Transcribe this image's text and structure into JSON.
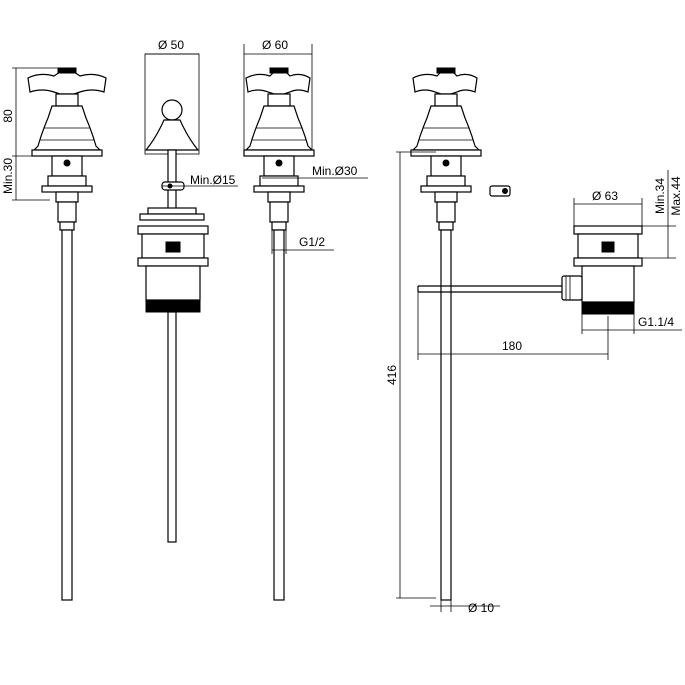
{
  "dimensions": {
    "height_80": "80",
    "min_30": "Min.30",
    "dia_50": "Ø 50",
    "min_dia_15": "Min.Ø15",
    "dia_60": "Ø 60",
    "min_dia_30": "Min.Ø30",
    "thread_g12": "G1/2",
    "dia_63": "Ø 63",
    "min_34": "Min.34",
    "max_44": "Max.44",
    "len_180": "180",
    "thread_g114": "G1.1/4",
    "height_416": "416",
    "dia_10": "Ø 10"
  }
}
